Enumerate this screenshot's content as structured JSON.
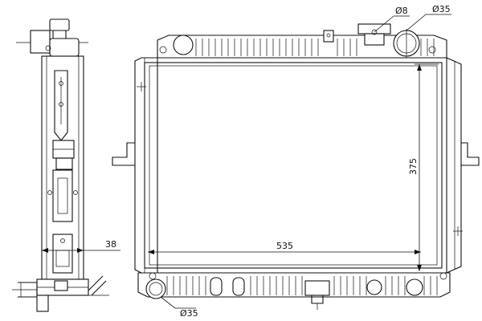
{
  "drawing": {
    "dimensions": {
      "width": "535",
      "height": "375",
      "core_depth": "38",
      "cap_size": "Ø8",
      "inlet_diameter": "Ø35",
      "outlet_diameter": "Ø35"
    }
  }
}
